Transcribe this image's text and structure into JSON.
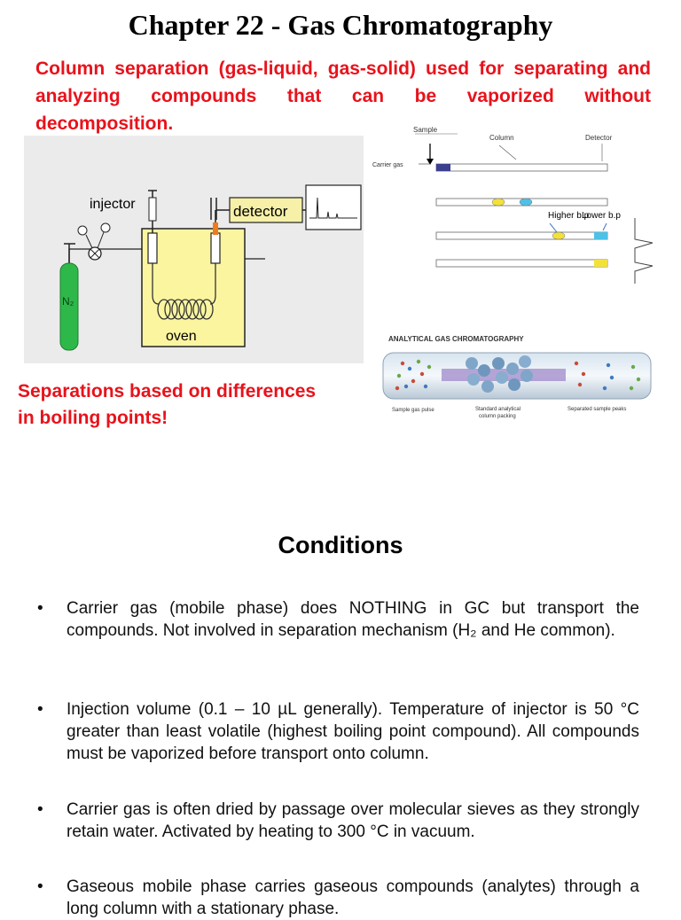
{
  "title": "Chapter 22 - Gas Chromatography",
  "intro_lines": [
    "Column separation (gas-liquid, gas-solid) used for separating and",
    "analyzing compounds that can be vaporized without",
    "decomposition."
  ],
  "apparatus": {
    "injector": "injector",
    "detector": "detector",
    "oven": "oven",
    "cylinder": "N₂"
  },
  "column_diagram": {
    "sample": "Sample",
    "column": "Column",
    "detector": "Detector",
    "carrier_gas": "Carrier gas",
    "higher_bp": "Higher b.p",
    "lower_bp": "Lower b.p"
  },
  "analytical": {
    "heading": "ANALYTICAL GAS CHROMATOGRAPHY",
    "label_left": "Sample gas pulse",
    "label_mid_1": "Standard analytical",
    "label_mid_2": "column packing",
    "label_right": "Separated sample peaks"
  },
  "separation_lines": [
    "Separations based on differences",
    "in boiling points!"
  ],
  "conditions_title": "Conditions",
  "bullets": [
    "Carrier gas (mobile phase) does NOTHING in GC but transport the compounds. Not involved in separation mechanism (H₂ and He common).",
    "Injection volume (0.1 – 10 µL generally). Temperature of injector is 50 °C greater than least volatile (highest boiling point compound). All compounds must be vaporized before transport onto column.",
    "Carrier gas is often dried by passage over molecular sieves as they strongly retain water. Activated by heating to 300 °C in vacuum.",
    "Gaseous mobile phase carries gaseous compounds (analytes) through a long column with a stationary phase."
  ],
  "colors": {
    "accent_red": "#e8121b",
    "oven_yellow": "#fbf5a0",
    "panel_bg": "#ebebeb",
    "cylinder_green": "#2fb84a"
  }
}
